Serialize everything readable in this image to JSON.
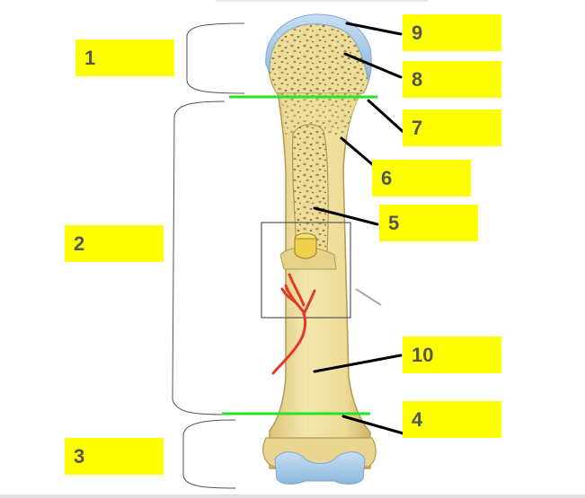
{
  "diagram": {
    "labels": [
      {
        "id": "1",
        "text": "1"
      },
      {
        "id": "2",
        "text": "2"
      },
      {
        "id": "3",
        "text": "3"
      },
      {
        "id": "4",
        "text": "4"
      },
      {
        "id": "5",
        "text": "5"
      },
      {
        "id": "6",
        "text": "6"
      },
      {
        "id": "7",
        "text": "7"
      },
      {
        "id": "8",
        "text": "8"
      },
      {
        "id": "9",
        "text": "9"
      },
      {
        "id": "10",
        "text": "10"
      }
    ],
    "colors": {
      "label_fill": "#ffff00",
      "label_text": "#555555",
      "bone": "#eedfa0",
      "bone_shade": "#d8c274",
      "cartilage": "#9fc4e6",
      "epiphyseal_line": "#22e622",
      "vessel": "#e23a2a",
      "leader": "#000000"
    }
  }
}
